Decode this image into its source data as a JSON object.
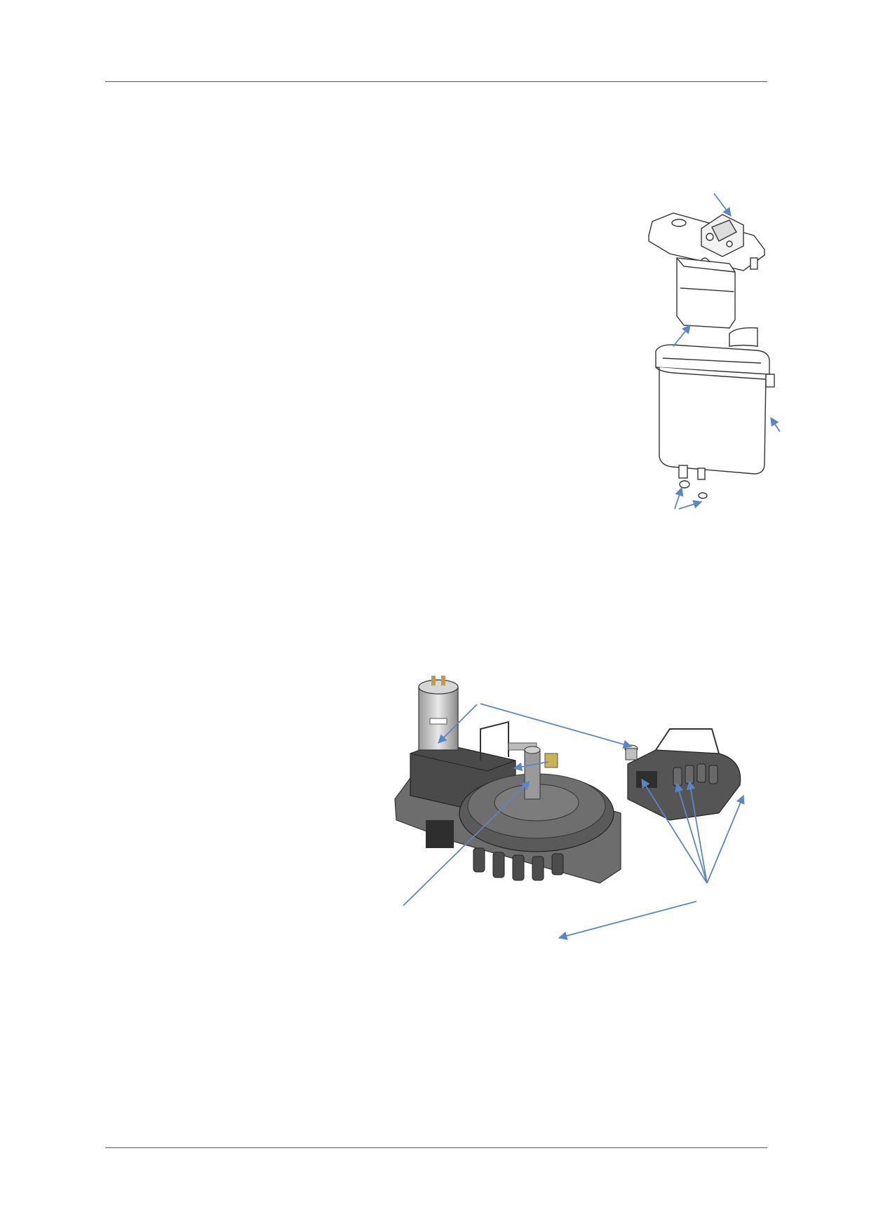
{
  "page": {
    "header_rule": true,
    "footer_rule": true
  },
  "figures": [
    {
      "name": "exploded-tank-assembly",
      "parts": [
        "lid-with-float-valve",
        "inner-filter-container",
        "small-seal-insert",
        "main-tank-body",
        "bottom-outlet-fittings"
      ],
      "callout_arrow_count": 5
    },
    {
      "name": "motor-rotary-valve-assembly",
      "parts": [
        "dc-motor",
        "gearbox-housing",
        "rotary-distributor",
        "valve-head-detached"
      ],
      "callout_arrow_count": 9
    }
  ],
  "colors": {
    "arrow": "#5b86c6",
    "rule": "#555555",
    "line_drawing": "#333333",
    "dark_part": "#4a4a4a",
    "mid_part": "#6d6d6d"
  }
}
